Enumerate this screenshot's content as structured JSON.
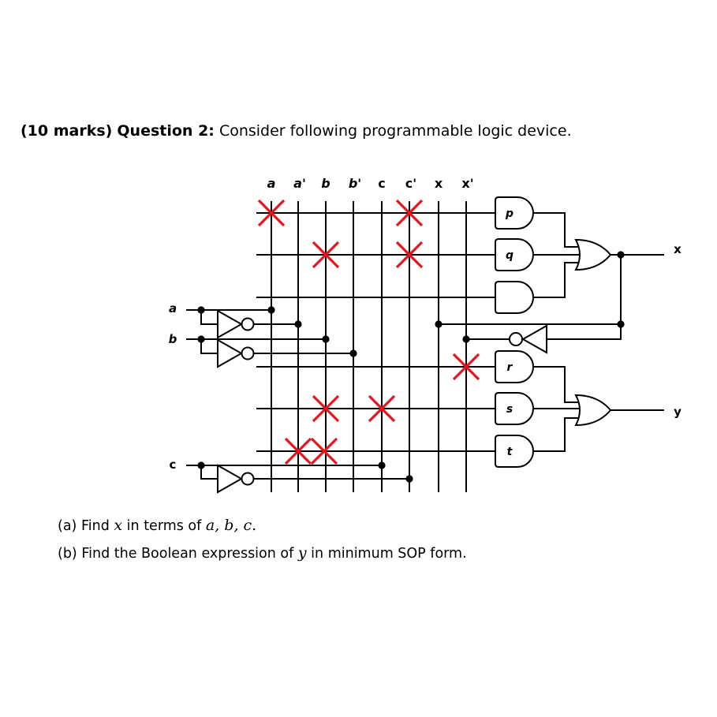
{
  "heading": {
    "marks": "(10 marks)",
    "question": "Question 2:",
    "text": "Consider following programmable logic device."
  },
  "diagram": {
    "column_labels": [
      "a",
      "a'",
      "b",
      "b'",
      "c",
      "c'",
      "x",
      "x'"
    ],
    "input_labels": [
      "a",
      "b",
      "c"
    ],
    "gate_labels": [
      "p",
      "q",
      "r",
      "s",
      "t"
    ],
    "output_labels": [
      "x",
      "y"
    ],
    "fuses": [
      {
        "gate": "p",
        "column": "a"
      },
      {
        "gate": "p",
        "column": "c'"
      },
      {
        "gate": "q",
        "column": "b"
      },
      {
        "gate": "q",
        "column": "c'"
      },
      {
        "gate": "r",
        "column": "x'"
      },
      {
        "gate": "s",
        "column": "b"
      },
      {
        "gate": "s",
        "column": "c"
      },
      {
        "gate": "t",
        "column": "a'"
      },
      {
        "gate": "t",
        "column": "b"
      }
    ],
    "colors": {
      "wire": "#000000",
      "fuse": "#e8141c"
    }
  },
  "questions": {
    "a_prefix": "(a) Find",
    "a_var": "x",
    "a_mid": "in terms of",
    "a_expr": "a, b, c.",
    "b_prefix": "(b) Find the Boolean expression of",
    "b_var": "y",
    "b_suffix": "in minimum SOP form."
  }
}
